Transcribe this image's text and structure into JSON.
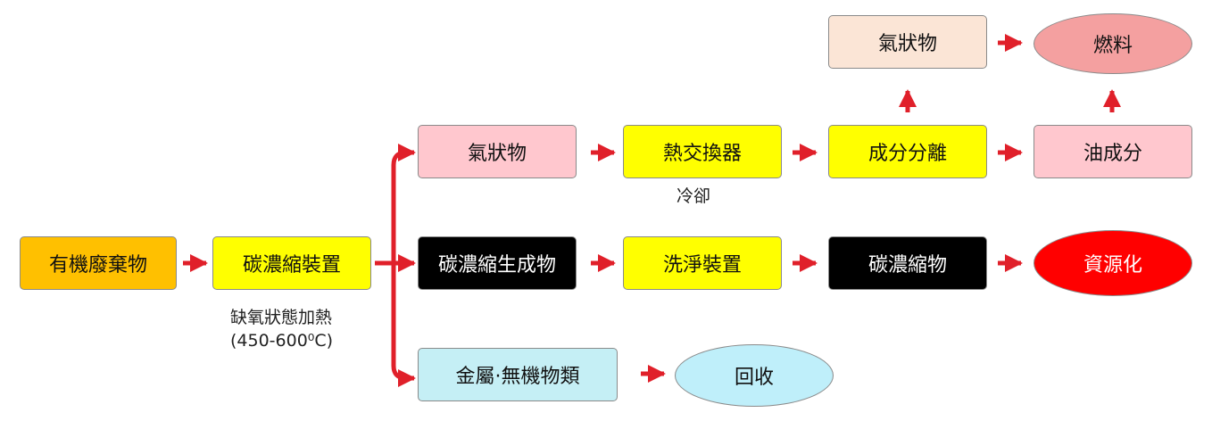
{
  "nodes": {
    "organic_waste": {
      "label": "有機廢棄物",
      "color": "#FFC000"
    },
    "carbon_device": {
      "label": "碳濃縮裝置",
      "color": "#FFFF00"
    },
    "gas_mid": {
      "label": "氣狀物",
      "color": "#FFC7CE"
    },
    "heat_exchanger": {
      "label": "熱交換器",
      "color": "#FFFF00"
    },
    "component_separation": {
      "label": "成分分離",
      "color": "#FFFF00"
    },
    "oil_component": {
      "label": "油成分",
      "color": "#FFC7CE"
    },
    "gas_top": {
      "label": "氣狀物",
      "color": "#FBE5D6"
    },
    "fuel": {
      "label": "燃料",
      "color": "#F4A0A0"
    },
    "carbon_product": {
      "label": "碳濃縮生成物",
      "color": "#000000"
    },
    "washing_device": {
      "label": "洗淨裝置",
      "color": "#FFFF00"
    },
    "carbon_concentrate": {
      "label": "碳濃縮物",
      "color": "#000000"
    },
    "resource": {
      "label": "資源化",
      "color": "#FF0000"
    },
    "metals": {
      "label": "金屬·無機物類",
      "color": "#C5EFF5"
    },
    "recovery": {
      "label": "回收",
      "color": "#BFEFFA"
    }
  },
  "notes": {
    "cooling": "冷卻",
    "condition_line1": "缺氧狀態加熱",
    "condition_line2": "(450-600⁰C)"
  },
  "arrow_color": "#E0202A"
}
